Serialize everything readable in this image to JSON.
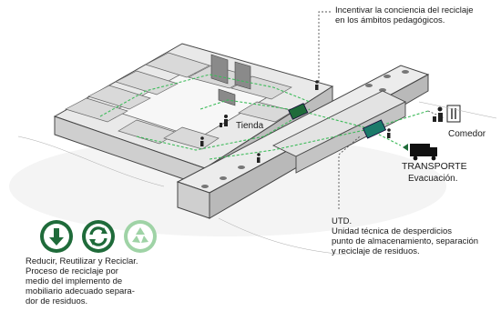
{
  "annotations": {
    "incentivar": "Incentivar la conciencia del reciclaje\nen los ámbitos pedagógicos.",
    "tienda": "Tienda",
    "comedor": "Comedor",
    "transporte": "TRANSPORTE",
    "evacuacion": "Evacuación.",
    "utd": "UTD.\nUnidad técnica de desperdicios\npunto de almacenamiento, separación\ny reciclaje de residuos.",
    "reducir": "Reducir, Reutilizar y Reciclar.\nProceso de reciclaje por\nmedio del implemento de\nmobiliario adecuado separa-\ndor de residuos."
  },
  "icons": [
    "down-arrow-icon",
    "refresh-icon",
    "recycle-icon",
    "person-bin-icon",
    "truck-icon",
    "cutlery-icon"
  ],
  "colors": {
    "accent_green": "#1f6b3a",
    "path_green": "#3dbb5a",
    "utd_teal": "#1b7a6a",
    "line": "#555555"
  }
}
